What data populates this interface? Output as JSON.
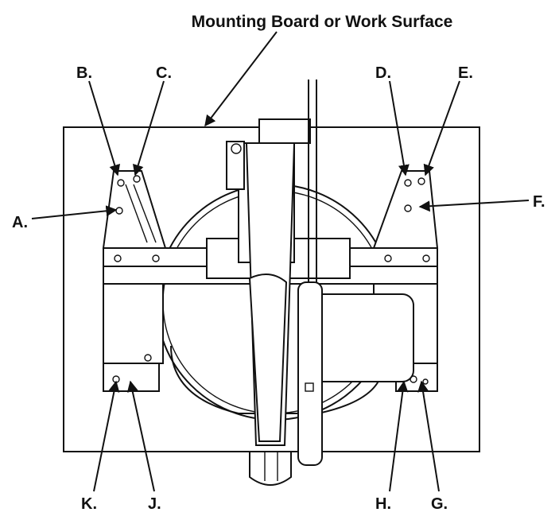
{
  "title": "Mounting Board or Work Surface",
  "labels": {
    "a": "A.",
    "b": "B.",
    "c": "C.",
    "d": "D.",
    "e": "E.",
    "f": "F.",
    "g": "G.",
    "h": "H.",
    "j": "J.",
    "k": "K."
  }
}
